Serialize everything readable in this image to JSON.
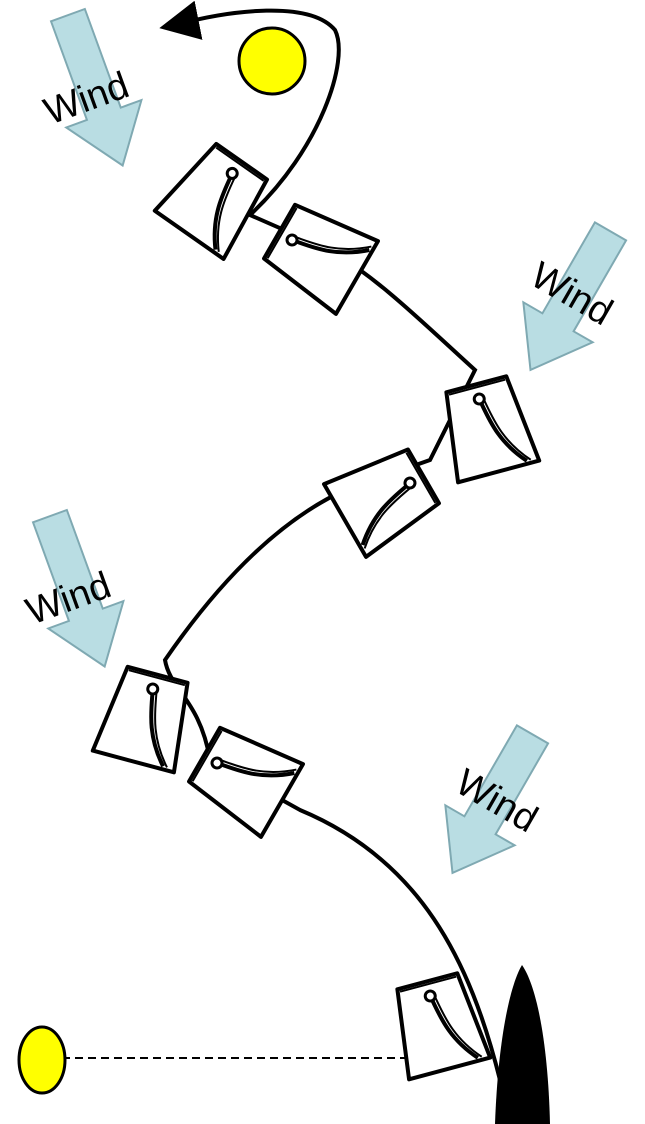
{
  "diagram": {
    "wind_labels": [
      "Wind",
      "Wind",
      "Wind",
      "Wind"
    ],
    "colors": {
      "background": "#ffffff",
      "wind_arrow_fill": "#b9dde3",
      "wind_arrow_stroke": "#7fa9b2",
      "mark_fill": "#ffff00",
      "stroke": "#000000",
      "committee_boat_fill": "#000000",
      "boat_fill": "#ffffff"
    },
    "icons": {
      "mark": "yellow-buoy-icon",
      "pin_mark": "yellow-buoy-icon",
      "committee_boat": "committee-boat-icon",
      "boat": "sailboat-icon",
      "wind": "wind-arrow-icon"
    }
  }
}
